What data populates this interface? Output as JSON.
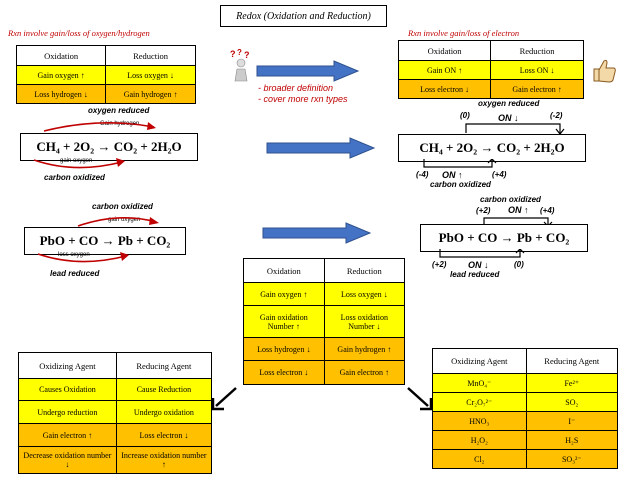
{
  "title": "Redox (Oxidation and Reduction)",
  "left_heading": "Rxn involve gain/loss of oxygen/hydrogen",
  "right_heading": "Rxn involve gain/loss of electron",
  "table_left": {
    "headers": [
      "Oxidation",
      "Reduction"
    ],
    "rows": [
      [
        "Gain oxygen ↑",
        "Loss oxygen ↓"
      ],
      [
        "Loss hydrogen ↓",
        "Gain hydrogen ↑"
      ]
    ]
  },
  "table_right": {
    "headers": [
      "Oxidation",
      "Reduction"
    ],
    "rows": [
      [
        "Gain ON ↑",
        "Loss ON ↓"
      ],
      [
        "Loss electron ↓",
        "Gain electron ↑"
      ]
    ]
  },
  "notes": [
    "- broader definition",
    "- cover more rxn types"
  ],
  "eq1_left": {
    "formula": "CH₄ + 2O₂ → CO₂ + 2H₂O",
    "top_label": "oxygen reduced",
    "top_small": "Gain hydrogen",
    "bottom_small": "gain oxygen",
    "bottom_label": "carbon oxidized"
  },
  "eq1_right": {
    "formula": "CH₄ + 2O₂ → CO₂ + 2H₂O",
    "top_label": "oxygen reduced",
    "on_top": "ON ↓",
    "n_top_left": "(0)",
    "n_top_right": "(-2)",
    "n_bottom_left": "(-4)",
    "on_bottom": "ON ↑",
    "n_bottom_right": "(+4)",
    "bottom_label": "carbon oxidized"
  },
  "eq2_left": {
    "formula": "PbO + CO → Pb + CO₂",
    "top_label": "carbon oxidized",
    "top_small": "gain oxygen",
    "bottom_small": "loss oxygen",
    "bottom_label": "lead reduced"
  },
  "eq2_right": {
    "formula": "PbO + CO → Pb + CO₂",
    "top_label": "carbon oxidized",
    "n_top_left": "(+2)",
    "on_top": "ON ↑",
    "n_top_right": "(+4)",
    "n_bottom_left": "(+2)",
    "on_bottom": "ON ↓",
    "n_bottom_right": "(0)",
    "bottom_label": "lead reduced"
  },
  "table_center": {
    "headers": [
      "Oxidation",
      "Reduction"
    ],
    "rows": [
      [
        "Gain oxygen ↑",
        "Loss oxygen ↓"
      ],
      [
        "Gain oxidation Number ↑",
        "Loss oxidation Number ↓"
      ],
      [
        "Loss hydrogen ↓",
        "Gain hydrogen ↑"
      ],
      [
        "Loss electron ↓",
        "Gain electron ↑"
      ]
    ]
  },
  "table_agents": {
    "headers": [
      "Oxidizing Agent",
      "Reducing Agent"
    ],
    "rows": [
      [
        "Causes Oxidation",
        "Cause Reduction"
      ],
      [
        "Undergo reduction",
        "Undergo oxidation"
      ],
      [
        "Gain electron ↑",
        "Loss electron ↓"
      ],
      [
        "Decrease oxidation number ↓",
        "Increase oxidation number ↑"
      ]
    ]
  },
  "table_examples": {
    "headers": [
      "Oxidizing Agent",
      "Reducing Agent"
    ],
    "rows": [
      [
        "MnO₄⁻",
        "Fe²⁺"
      ],
      [
        "Cr₂O₇²⁻",
        "SO₂"
      ],
      [
        "HNO₃",
        "I⁻"
      ],
      [
        "H₂O₂",
        "H₂S"
      ],
      [
        "Cl₂",
        "SO₃²⁻"
      ]
    ]
  },
  "colors": {
    "yellow": "#ffff00",
    "orange": "#ffc000",
    "blue": "#2e75b6",
    "red": "#c00000"
  },
  "icons": [
    "thinking-person-icon",
    "thumbs-up-icon"
  ]
}
